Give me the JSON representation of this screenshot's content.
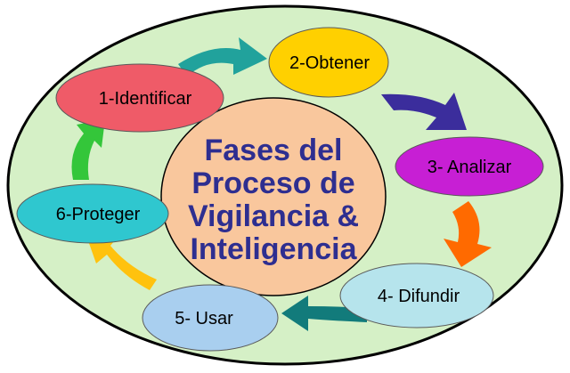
{
  "center": {
    "lines": [
      "Fases del",
      "Proceso de",
      "Vigilancia &",
      "Inteligencia"
    ]
  },
  "phases": [
    {
      "label": "1-Identificar",
      "color": "#ef5b68"
    },
    {
      "label": "2-Obtener",
      "color": "#ffd000"
    },
    {
      "label": "3- Analizar",
      "color": "#c71fd4"
    },
    {
      "label": "4- Difundir",
      "color": "#b6e4ec"
    },
    {
      "label": "5- Usar",
      "color": "#a9cfef"
    },
    {
      "label": "6-Proteger",
      "color": "#2fc7cf"
    }
  ],
  "colors": {
    "outer_ring": "#d5f0c6",
    "center_disc": "#f9c79d",
    "title_text": "#2e2e90",
    "arrow_1_to_2": "#21a29c",
    "arrow_2_to_3": "#3b2d9c",
    "arrow_3_to_4": "#ff6a00",
    "arrow_4_to_5": "#127b7b",
    "arrow_5_to_6": "#ffc20e",
    "arrow_6_to_1": "#34c63a"
  }
}
